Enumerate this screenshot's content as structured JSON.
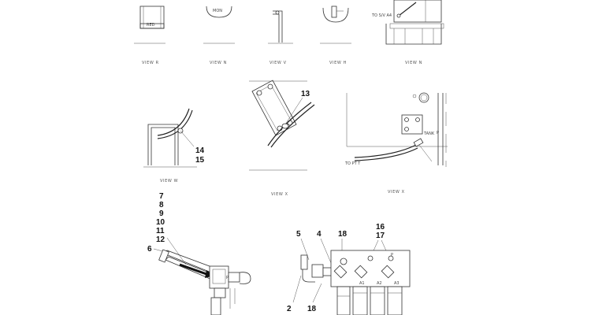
{
  "top_row_views": [
    {
      "label": "VIEW R",
      "sub_label": "RED"
    },
    {
      "label": "VIEW N",
      "sub_label": "MON"
    },
    {
      "label": "VIEW V"
    },
    {
      "label": "VIEW H"
    },
    {
      "label": "VIEW N",
      "sub_label": "TO S/V A4"
    }
  ],
  "mid_row_views": [
    {
      "label": "VIEW W",
      "callouts": [
        "14",
        "15"
      ]
    },
    {
      "label": "VIEW X",
      "callouts": [
        "13"
      ]
    },
    {
      "label": "VIEW X",
      "notes": [
        "TANK",
        "TO PT T",
        "P"
      ]
    }
  ],
  "bottom_left": {
    "callouts_stack": [
      "7",
      "8",
      "9",
      "10",
      "11",
      "12"
    ],
    "callout_side": "6",
    "port_label": "P"
  },
  "bottom_right": {
    "callouts": [
      "5",
      "4",
      "18",
      "16",
      "17",
      "2",
      "18"
    ],
    "port_labels": [
      "P",
      "A1",
      "A2",
      "A3"
    ]
  }
}
